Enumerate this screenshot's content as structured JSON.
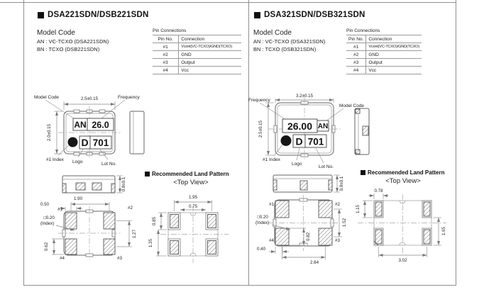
{
  "colors": {
    "frame_line": "#8f8f8f",
    "ink": "#111111",
    "drawing_line": "#666666"
  },
  "sections": [
    {
      "title": "DSA221SDN/DSB221SDN",
      "model_code": {
        "heading": "Model Code",
        "line1": "AN : VC-TCXO (DSA221SDN)",
        "line2": "BN : TCXO (DSB221SDN)"
      },
      "pin_connections": {
        "title": "Pin Connections",
        "col_pin": "Pin No.",
        "col_connection": "Connection",
        "rows": [
          {
            "pin": "#1",
            "connection": "Vcont(VC-TCXO)/GND(TCXO)"
          },
          {
            "pin": "#2",
            "connection": "GND"
          },
          {
            "pin": "#3",
            "connection": "Output"
          },
          {
            "pin": "#4",
            "connection": "Vcc"
          }
        ]
      },
      "package_drawing": {
        "label_model_code": "Model Code",
        "label_frequency": "Frequency",
        "label_index": "#1 Index",
        "label_logo": "Logo",
        "label_lot": "Lot No.",
        "dim_body_width": "2.5±0.15",
        "dim_body_height": "2.0±0.15",
        "marking_model": "AN",
        "marking_frequency": "26.0",
        "marking_logo": "D",
        "marking_lot": "701"
      },
      "bottom_view": {
        "dim_thickness": "0.8±0.1",
        "dim_pad_width": "0.50",
        "dim_pitch_x": "1.90",
        "dim_pitch_y": "1.27",
        "dim_pad_height": "0.62",
        "index_mark": "□0.20",
        "index_label": "(Index)",
        "pin1": "#1",
        "pin2": "#2",
        "pin3": "#3",
        "pin4": "#4"
      },
      "land_pattern": {
        "title": "Recommended Land Pattern",
        "subtitle": "<Top View>",
        "dim_pitch_x": "1.95",
        "dim_gap": "0.75",
        "dim_pad_height": "0.85",
        "dim_pitch_y": "1.35"
      }
    },
    {
      "title": "DSA321SDN/DSB321SDN",
      "model_code": {
        "heading": "Model Code",
        "line1": "AN : VC-TCXO (DSA321SDN)",
        "line2": "BN : TCXO (DSB321SDN)"
      },
      "pin_connections": {
        "title": "Pin Connections",
        "col_pin": "Pin No.",
        "col_connection": "Connection",
        "rows": [
          {
            "pin": "#1",
            "connection": "Vcont(VC-TCXO)/GND(TCXO)"
          },
          {
            "pin": "#2",
            "connection": "GND"
          },
          {
            "pin": "#3",
            "connection": "Output"
          },
          {
            "pin": "#4",
            "connection": "Vcc"
          }
        ]
      },
      "package_drawing": {
        "label_model_code": "Model Code",
        "label_frequency": "Frequency",
        "label_index": "#1 Index",
        "label_logo": "Logo",
        "label_lot": "Lot No.",
        "dim_body_width": "3.2±0.15",
        "dim_body_height": "2.5±0.15",
        "marking_model": "AN",
        "marking_frequency": "26.00",
        "marking_logo": "D",
        "marking_lot": "701"
      },
      "bottom_view": {
        "dim_thickness": "0.9±0.1",
        "dim_pad_width": "0.40",
        "dim_pitch_x": "2.64",
        "dim_pitch_y": "1.52",
        "dim_pad_height": "0.82",
        "index_mark": "□0.20",
        "index_label": "(Index)",
        "pin1": "#1",
        "pin2": "#2",
        "pin3": "#3",
        "pin4": "#4"
      },
      "land_pattern": {
        "title": "Recommended Land Pattern",
        "subtitle": "<Top View>",
        "dim_pad_width": "0.78",
        "dim_pad_height": "1.15",
        "dim_pitch_y": "1.65",
        "dim_pitch_x": "3.02"
      }
    }
  ]
}
